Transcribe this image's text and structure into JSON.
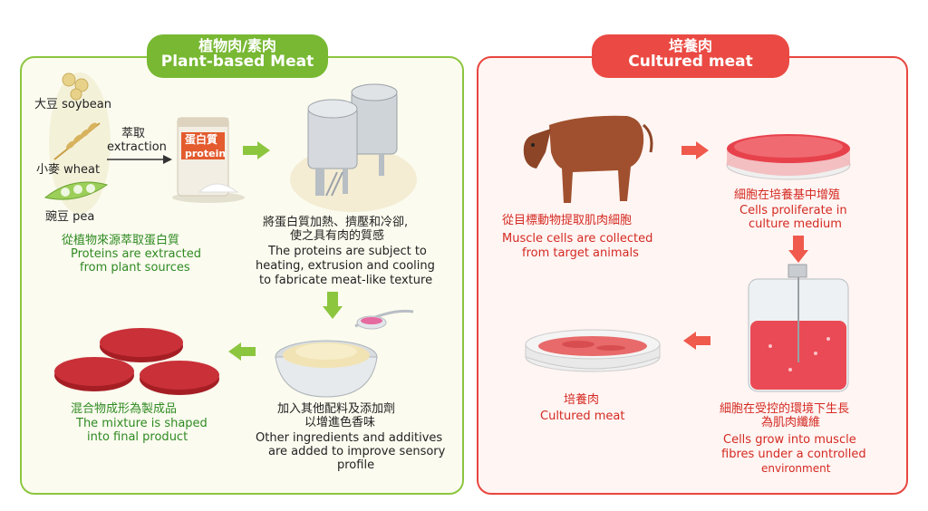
{
  "plant": {
    "title_zh": "植物肉/素肉",
    "title_en": "Plant-based Meat",
    "sources": [
      {
        "label": "大豆 soybean"
      },
      {
        "label": "小麥 wheat"
      },
      {
        "label": "豌豆 pea"
      }
    ],
    "extraction_zh": "萃取",
    "extraction_en": "extraction",
    "bag_zh": "蛋白質",
    "bag_en": "protein",
    "step1_zh": "從植物來源萃取蛋白質",
    "step1_en_1": "Proteins are extracted",
    "step1_en_2": "from plant sources",
    "step2_zh_1": "將蛋白質加熱、擠壓和冷卻,",
    "step2_zh_2": "使之具有肉的質感",
    "step2_en_1": "The proteins are subject to",
    "step2_en_2": "heating, extrusion and cooling",
    "step2_en_3": "to fabricate meat-like texture",
    "step3_zh_1": "加入其他配料及添加劑",
    "step3_zh_2": "以增進色香味",
    "step3_en_1": "Other ingredients and additives",
    "step3_en_2": "are added to improve sensory",
    "step3_en_3": "profile",
    "step4_zh": "混合物成形為製成品",
    "step4_en_1": "The mixture is shaped",
    "step4_en_2": "into final product"
  },
  "cultured": {
    "title_zh": "培養肉",
    "title_en": "Cultured meat",
    "step1_zh": "從目標動物提取肌肉細胞",
    "step1_en_1": "Muscle cells are collected",
    "step1_en_2": "from target animals",
    "step2_zh": "細胞在培養基中增殖",
    "step2_en_1": "Cells proliferate in",
    "step2_en_2": "culture medium",
    "step3_zh_1": "細胞在受控的環境下生長",
    "step3_zh_2": "為肌肉纖維",
    "step3_en_1": "Cells grow into muscle",
    "step3_en_2": "fibres under a controlled",
    "step3_en_3": "environment",
    "step4_zh": "培養肉",
    "step4_en": "Cultured meat"
  },
  "colors": {
    "green": "#78b833",
    "red": "#ea4a43",
    "text_green": "#2f8a22",
    "text_red": "#d42a22"
  }
}
